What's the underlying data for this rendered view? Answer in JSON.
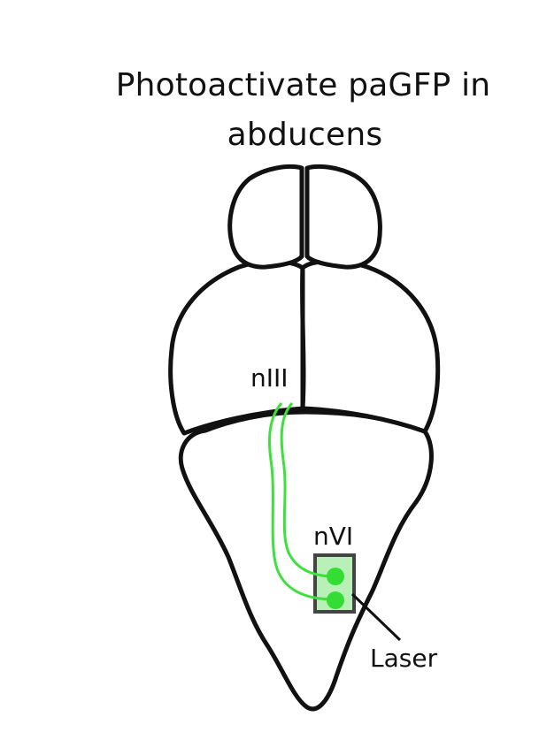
{
  "title": {
    "line1": "Photoactivate paGFP in",
    "line2": "abducens"
  },
  "labels": {
    "nIII": "nIII",
    "nVI": "nVI",
    "laser": "Laser"
  },
  "colors": {
    "outline": "#111111",
    "axon_green": "#3ee03e",
    "cell_green": "#33dd33",
    "nIII_box": "#cfcfcf",
    "nVI_box_fill": "#b8f0b8",
    "nVI_box_stroke": "#444444"
  }
}
